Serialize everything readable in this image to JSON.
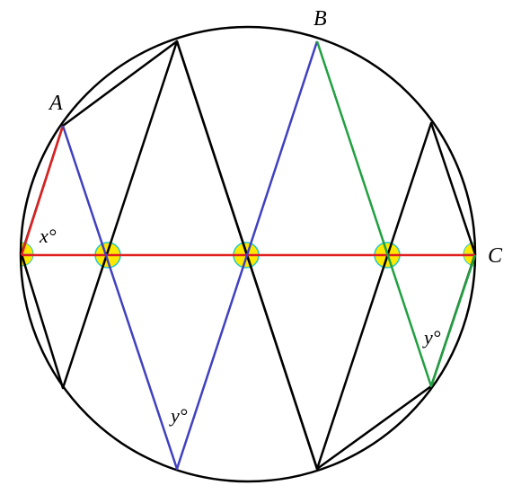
{
  "diagram": {
    "points": {
      "A": "A",
      "B": "B",
      "C": "C"
    },
    "angles": {
      "x": "x°",
      "y_lower": "y°",
      "y_right": "y°"
    },
    "colors": {
      "circle": "#000000",
      "zigzag": "#000000",
      "diameter": "#e02020",
      "triangle_a": "#e02020",
      "path_blue": "#4040c0",
      "path_green": "#20a040",
      "marker_fill": "#ffe800",
      "marker_ring": "#20c8c8"
    }
  }
}
